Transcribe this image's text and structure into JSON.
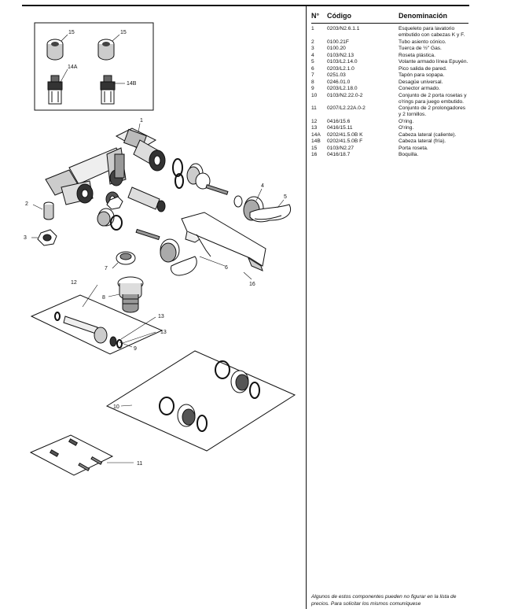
{
  "table": {
    "headers": {
      "no": "N°",
      "code": "Código",
      "name": "Denominación"
    },
    "rows": [
      {
        "no": "1",
        "code": "0203/N2.6.1.1",
        "name": "Esqueleto para lavatorio embutido con cabezas K y F."
      },
      {
        "no": "2",
        "code": "0100.21F",
        "name": "Tubo asiento cónico."
      },
      {
        "no": "3",
        "code": "0100.20",
        "name": "Tuerca de ½\" Gas."
      },
      {
        "no": "4",
        "code": "0103/N2.13",
        "name": "Roseta plástica."
      },
      {
        "no": "5",
        "code": "0103/L2.14.0",
        "name": "Volante armado línea Epuyén."
      },
      {
        "no": "6",
        "code": "0203/L2.1.0",
        "name": "Pico salida de pared."
      },
      {
        "no": "7",
        "code": "0251.03",
        "name": "Tapón para sopapa."
      },
      {
        "no": "8",
        "code": "0246.01.0",
        "name": "Desagüe universal."
      },
      {
        "no": "9",
        "code": "0203/L2.18.0",
        "name": "Conector armado."
      },
      {
        "no": "10",
        "code": "0103/N2.22.0-2",
        "name": "Conjunto de 2 porta rosetas y o'rings para juego embutido."
      },
      {
        "no": "11",
        "code": "0207/L2.22A.0-2",
        "name": "Conjunto de 2 prolongadores y 2 tornillos."
      },
      {
        "no": "12",
        "code": "0416/15.6",
        "name": "O'ring."
      },
      {
        "no": "13",
        "code": "0416/15.11",
        "name": "O'ring."
      },
      {
        "no": "14A",
        "code": "0202/41.5.0B K",
        "name": "Cabeza lateral (caliente)."
      },
      {
        "no": "14B",
        "code": "0202/41.5.0B F",
        "name": "Cabeza lateral (fría)."
      },
      {
        "no": "15",
        "code": "0103/N2.27",
        "name": "Porta roseta."
      },
      {
        "no": "16",
        "code": "0416/18.7",
        "name": "Boquilla."
      }
    ]
  },
  "note": "Algunos de estos componentes pueden no figurar en la lista de precios. Para solicitar los mismos comuníquese",
  "callouts": {
    "c1": "1",
    "c2": "2",
    "c3": "3",
    "c4": "4",
    "c5": "5",
    "c6": "6",
    "c7": "7",
    "c8": "8",
    "c9": "9",
    "c10": "10",
    "c11": "11",
    "c12": "12",
    "c13a": "13",
    "c13b": "13",
    "c14a": "14A",
    "c14b": "14B",
    "c15a": "15",
    "c15b": "15",
    "c16": "16"
  }
}
